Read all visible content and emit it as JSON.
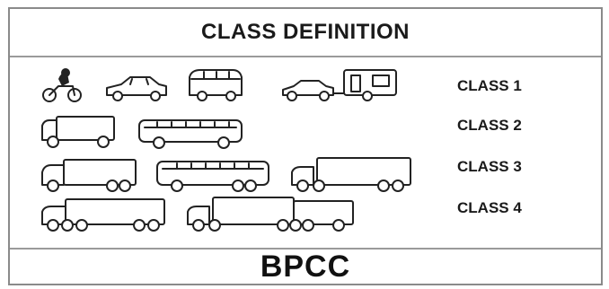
{
  "sign": {
    "title": "CLASS DEFINITION",
    "footer": "BPCC",
    "classes": [
      {
        "label": "CLASS 1",
        "vehicles": [
          "motorcycle-icon",
          "car-icon",
          "van-icon",
          "car-with-caravan-icon"
        ]
      },
      {
        "label": "CLASS 2",
        "vehicles": [
          "light-truck-icon",
          "minibus-icon"
        ]
      },
      {
        "label": "CLASS 3",
        "vehicles": [
          "truck-icon",
          "coach-bus-icon",
          "tractor-trailer-icon"
        ]
      },
      {
        "label": "CLASS 4",
        "vehicles": [
          "multi-axle-truck-icon",
          "articulated-truck-icon"
        ]
      }
    ]
  }
}
